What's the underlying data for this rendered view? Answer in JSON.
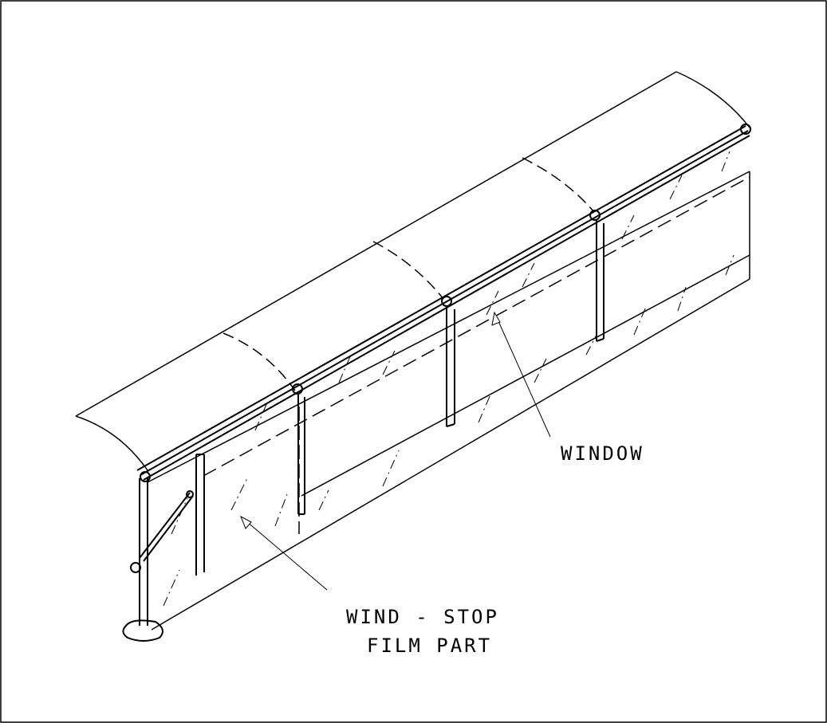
{
  "labels": {
    "window": "WINDOW",
    "wind_stop_line1": "WIND - STOP",
    "wind_stop_line2": "FILM PART"
  },
  "colors": {
    "line": "#000000",
    "background": "#ffffff"
  }
}
